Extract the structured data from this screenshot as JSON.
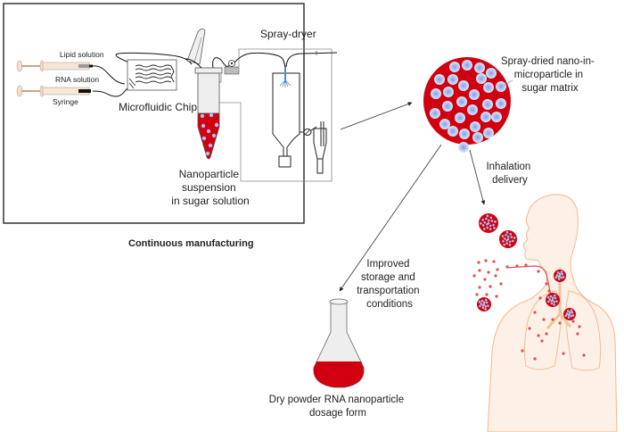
{
  "figure": {
    "title": "Continuous manufacturing",
    "labels": {
      "lipid_solution": "Lipid solution",
      "rna_solution": "RNA solution",
      "syringe": "Syringe",
      "microfluidic_chip": "Microfluidic Chip",
      "spray_dryer": "Spray-dryer",
      "nanoparticle_suspension": [
        "Nanoparticle",
        "suspension",
        "in sugar solution"
      ],
      "microparticle": [
        "Spray-dried nano-in-",
        "microparticle in",
        "sugar matrix"
      ],
      "inhalation": [
        "Inhalation",
        "delivery"
      ],
      "storage": [
        "Improved",
        "storage and",
        "transportation",
        "conditions"
      ],
      "dosage_form": [
        "Dry powder RNA nanoparticle",
        "dosage form"
      ]
    },
    "colors": {
      "particle_red": "#d00010",
      "nanoparticle_blue": "#a9c1ee",
      "body_fill": "#fdf0e6",
      "body_outline": "#f4b98e",
      "line": "#222222",
      "grey_line": "#888888"
    }
  }
}
